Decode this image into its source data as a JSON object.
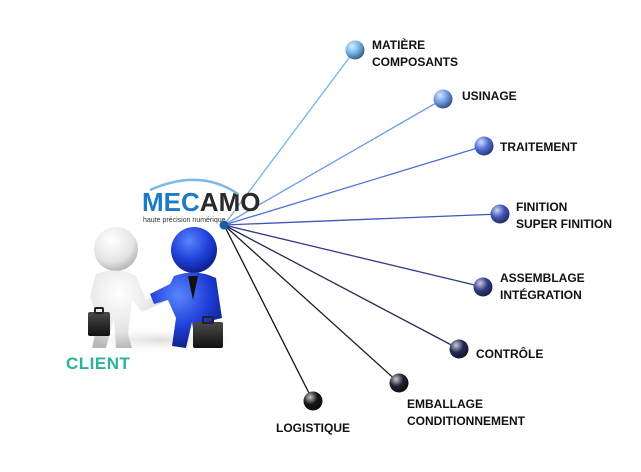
{
  "logo": {
    "segments": [
      "M",
      "E",
      "C",
      "A",
      "M",
      "O"
    ],
    "tagline": "haute précision numérique",
    "colors": {
      "primary": "#1b7bc4",
      "secondary": "#2a2a2a",
      "accent": "#7ab8e6"
    }
  },
  "client": {
    "label": "CLIENT",
    "color": "#2bb39a"
  },
  "hub": {
    "color": "#1b5fa0"
  },
  "nodes": [
    {
      "id": "matiere",
      "lines": [
        "MATIÈRE",
        "COMPOSANTS"
      ],
      "color": "#6fb4ea"
    },
    {
      "id": "usinage",
      "lines": [
        "USINAGE"
      ],
      "color": "#6a9ae8"
    },
    {
      "id": "traitement",
      "lines": [
        "TRAITEMENT"
      ],
      "color": "#4f6fd8"
    },
    {
      "id": "finition",
      "lines": [
        "FINITION",
        "SUPER FINITION"
      ],
      "color": "#3f55b8"
    },
    {
      "id": "assemblage",
      "lines": [
        "ASSEMBLAGE",
        "INTÉGRATION"
      ],
      "color": "#313c88"
    },
    {
      "id": "controle",
      "lines": [
        "CONTRÔLE"
      ],
      "color": "#252a55"
    },
    {
      "id": "emballage",
      "lines": [
        "EMBALLAGE",
        "CONDITIONNEMENT"
      ],
      "color": "#1e1e2e"
    },
    {
      "id": "logistique",
      "lines": [
        "LOGISTIQUE"
      ],
      "color": "#141414"
    }
  ]
}
